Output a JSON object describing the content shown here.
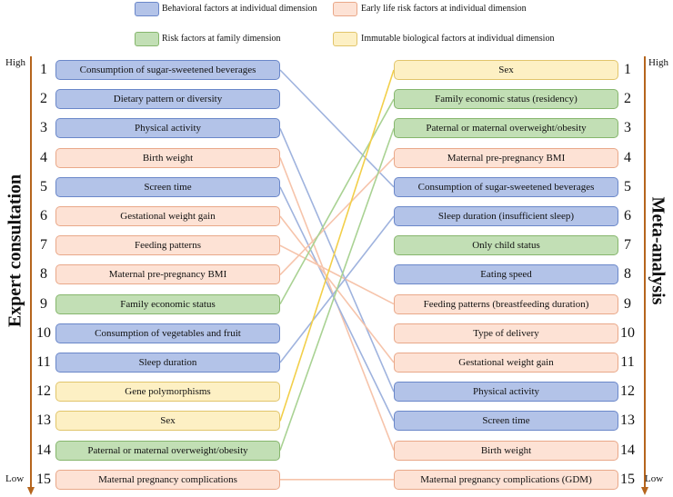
{
  "legend": [
    {
      "key": "behavioral",
      "label": "Behavioral factors at individual dimension"
    },
    {
      "key": "early",
      "label": "Early life risk factors at individual dimension"
    },
    {
      "key": "family",
      "label": "Risk factors at family dimension"
    },
    {
      "key": "bio",
      "label": "Immutable biological factors at individual dimension"
    }
  ],
  "colors": {
    "behavioral": {
      "fill": "#b3c3e8",
      "stroke": "#6a87c9",
      "line": "#9fb3de"
    },
    "early": {
      "fill": "#fde2d5",
      "stroke": "#e9a889",
      "line": "#f6c4ab"
    },
    "family": {
      "fill": "#c2dfb5",
      "stroke": "#86b66d",
      "line": "#a9d293"
    },
    "bio": {
      "fill": "#fdf0c4",
      "stroke": "#e1c56b",
      "line": "#f2cf4a"
    },
    "axis": "#b5651d"
  },
  "left": {
    "title": "Expert consultation",
    "high": "High",
    "low": "Low",
    "items": [
      {
        "rank": "1",
        "label": "Consumption of sugar-sweetened beverages",
        "cat": "behavioral"
      },
      {
        "rank": "2",
        "label": "Dietary pattern or diversity",
        "cat": "behavioral"
      },
      {
        "rank": "3",
        "label": "Physical activity",
        "cat": "behavioral"
      },
      {
        "rank": "4",
        "label": "Birth weight",
        "cat": "early"
      },
      {
        "rank": "5",
        "label": "Screen time",
        "cat": "behavioral"
      },
      {
        "rank": "6",
        "label": "Gestational weight gain",
        "cat": "early"
      },
      {
        "rank": "7",
        "label": "Feeding patterns",
        "cat": "early"
      },
      {
        "rank": "8",
        "label": "Maternal pre-pregnancy BMI",
        "cat": "early"
      },
      {
        "rank": "9",
        "label": "Family economic status",
        "cat": "family"
      },
      {
        "rank": "10",
        "label": "Consumption of vegetables and fruit",
        "cat": "behavioral"
      },
      {
        "rank": "11",
        "label": "Sleep duration",
        "cat": "behavioral"
      },
      {
        "rank": "12",
        "label": "Gene polymorphisms",
        "cat": "bio"
      },
      {
        "rank": "13",
        "label": "Sex",
        "cat": "bio"
      },
      {
        "rank": "14",
        "label": "Paternal or maternal overweight/obesity",
        "cat": "family"
      },
      {
        "rank": "15",
        "label": "Maternal pregnancy complications",
        "cat": "early"
      }
    ]
  },
  "right": {
    "title": "Meta-analysis",
    "high": "High",
    "low": "Low",
    "items": [
      {
        "rank": "1",
        "label": "Sex",
        "cat": "bio"
      },
      {
        "rank": "2",
        "label": "Family economic status (residency)",
        "cat": "family"
      },
      {
        "rank": "3",
        "label": "Paternal or maternal overweight/obesity",
        "cat": "family"
      },
      {
        "rank": "4",
        "label": "Maternal pre-pregnancy BMI",
        "cat": "early"
      },
      {
        "rank": "5",
        "label": "Consumption of sugar-sweetened beverages",
        "cat": "behavioral"
      },
      {
        "rank": "6",
        "label": "Sleep duration (insufficient sleep)",
        "cat": "behavioral"
      },
      {
        "rank": "7",
        "label": "Only child status",
        "cat": "family"
      },
      {
        "rank": "8",
        "label": "Eating speed",
        "cat": "behavioral"
      },
      {
        "rank": "9",
        "label": "Feeding patterns (breastfeeding duration)",
        "cat": "early"
      },
      {
        "rank": "10",
        "label": "Type of delivery",
        "cat": "early"
      },
      {
        "rank": "11",
        "label": "Gestational weight gain",
        "cat": "early"
      },
      {
        "rank": "12",
        "label": "Physical activity",
        "cat": "behavioral"
      },
      {
        "rank": "13",
        "label": "Screen time",
        "cat": "behavioral"
      },
      {
        "rank": "14",
        "label": "Birth weight",
        "cat": "early"
      },
      {
        "rank": "15",
        "label": "Maternal pregnancy complications (GDM)",
        "cat": "early"
      }
    ]
  },
  "links": [
    {
      "from": "1",
      "to": "5",
      "cat": "behavioral"
    },
    {
      "from": "3",
      "to": "12",
      "cat": "behavioral"
    },
    {
      "from": "4",
      "to": "14",
      "cat": "early"
    },
    {
      "from": "5",
      "to": "13",
      "cat": "behavioral"
    },
    {
      "from": "6",
      "to": "11",
      "cat": "early"
    },
    {
      "from": "7",
      "to": "9",
      "cat": "early"
    },
    {
      "from": "8",
      "to": "4",
      "cat": "early"
    },
    {
      "from": "9",
      "to": "2",
      "cat": "family"
    },
    {
      "from": "11",
      "to": "6",
      "cat": "behavioral"
    },
    {
      "from": "13",
      "to": "1",
      "cat": "bio"
    },
    {
      "from": "14",
      "to": "3",
      "cat": "family"
    },
    {
      "from": "15",
      "to": "15",
      "cat": "early"
    }
  ]
}
